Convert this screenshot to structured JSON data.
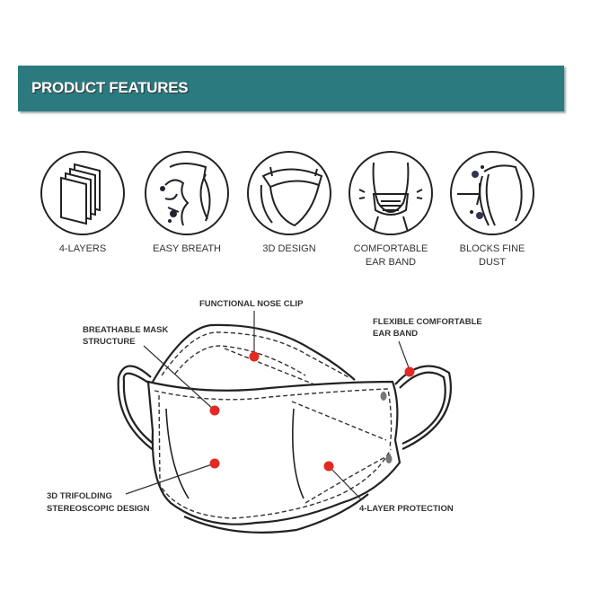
{
  "header": {
    "title": "PRODUCT FEATURES"
  },
  "features": [
    {
      "label_lines": [
        "4-LAYERS"
      ],
      "icon": "layers-icon"
    },
    {
      "label_lines": [
        "EASY BREATH"
      ],
      "icon": "breath-icon"
    },
    {
      "label_lines": [
        "3D DESIGN"
      ],
      "icon": "3d-mask-icon"
    },
    {
      "label_lines": [
        "COMFORTABLE",
        "EAR BAND"
      ],
      "icon": "ear-band-icon"
    },
    {
      "label_lines": [
        "BLOCKS FINE",
        "DUST"
      ],
      "icon": "dust-block-icon"
    }
  ],
  "diagram": {
    "callouts": {
      "nose_clip": [
        "FUNCTIONAL NOSE CLIP"
      ],
      "breathable": [
        "BREATHABLE MASK",
        "STRUCTURE"
      ],
      "ear_band": [
        "FLEXIBLE COMFORTABLE",
        "EAR BAND"
      ],
      "trifolding": [
        "3D TRIFOLDING",
        "STEREOSCOPIC DESIGN"
      ],
      "layer_protection": [
        "4-LAYER PROTECTION"
      ]
    },
    "colors": {
      "dot": "#e02a22",
      "line": "#222222"
    }
  },
  "colors": {
    "banner": "#2b7a7f"
  }
}
